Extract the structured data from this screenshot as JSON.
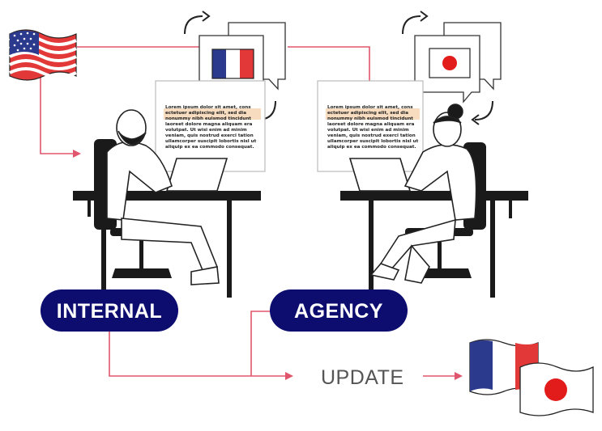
{
  "labels": {
    "internal": "INTERNAL",
    "agency": "AGENCY",
    "update": "UPDATE"
  },
  "document_text": {
    "line1": "Lorem ipsum dolor sit amet, cons",
    "line2": "ectetuer adipiscing elit, sed dia",
    "line3": "nonummy nibh euismod tincidunt",
    "line4": "laoreet dolore magna aliquam era",
    "line5": "volutpat. Ut wisi enim ad minim",
    "line6": "veniam, quis nostrud exerci tation",
    "line7": "ullamcorper suscipit lobortis nisl ut",
    "line8": "aliquip ex ea commodo consequat."
  },
  "colors": {
    "pill": "#0d0c6f",
    "arrow": "#e0566c",
    "highlight": "#f7dcc0",
    "france_blue": "#2b3a8c",
    "france_red": "#e23838",
    "japan_red": "#e21b1b"
  },
  "icons": {
    "source_flag": "usa-flag-icon",
    "internal_target_flag": "france-flag-icon",
    "agency_target_flag": "japan-flag-icon"
  }
}
